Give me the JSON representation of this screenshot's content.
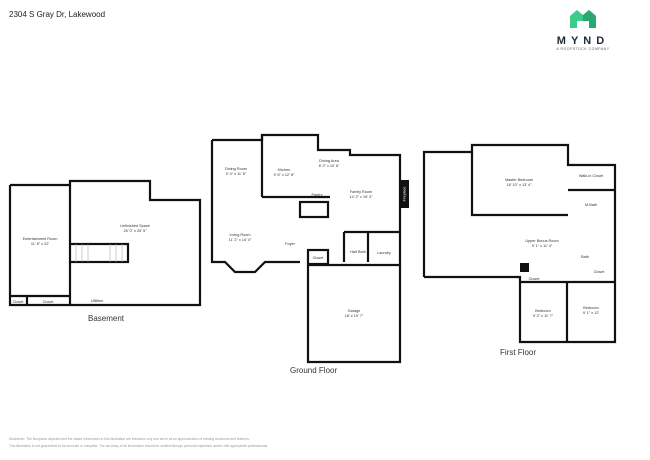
{
  "header": {
    "address": "2304 S Gray Dr, Lakewood"
  },
  "logo": {
    "name": "MYND",
    "tagline": "A ROOFSTOCK COMPANY",
    "color": "#3ccb8a"
  },
  "floors": [
    {
      "name": "Basement",
      "rooms": [
        {
          "name": "Entertainment Room",
          "dims": "11' 8\" x 22'"
        },
        {
          "name": "Unfinished Space",
          "dims": "26' 0\" x 25' 5\""
        },
        {
          "name": "Utilities"
        },
        {
          "name": "Closet"
        },
        {
          "name": "Closet"
        }
      ]
    },
    {
      "name": "Ground Floor",
      "rooms": [
        {
          "name": "Dining Room",
          "dims": "9' 4\" x 11' 8\""
        },
        {
          "name": "Kitchen",
          "dims": "9' 6\" x 12' 8\""
        },
        {
          "name": "Dining Area",
          "dims": "8' 2\" x 10' 6\""
        },
        {
          "name": "Family Room",
          "dims": "14' 2\" x 15' 3\""
        },
        {
          "name": "Living Room",
          "dims": "11' 2\" x 14' 4\""
        },
        {
          "name": "Pantry"
        },
        {
          "name": "Foyer"
        },
        {
          "name": "Closet"
        },
        {
          "name": "Half Bath"
        },
        {
          "name": "Laundry"
        },
        {
          "name": "Fireplace"
        },
        {
          "name": "Garage",
          "dims": "18' x 19' 7\""
        }
      ]
    },
    {
      "name": "First Floor",
      "rooms": [
        {
          "name": "Master Bedroom",
          "dims": "18' 10\" x 13' 4\""
        },
        {
          "name": "Walk-in Closet"
        },
        {
          "name": "M.Bath"
        },
        {
          "name": "Upper Bonus Room",
          "dims": "9' 1\" x 11' 4\""
        },
        {
          "name": "Bath"
        },
        {
          "name": "Closet"
        },
        {
          "name": "Closet"
        },
        {
          "name": "Bedroom",
          "dims": "9' 2\" x 11' 7\""
        },
        {
          "name": "Bedroom",
          "dims": "9' 1\" x 12'"
        }
      ]
    }
  ],
  "disclaimer": [
    "Disclaimer: The floorplans depicted and the stated dimensions in this illustration are indicative only and serve as an approximation of existing structures and features.",
    "This illustration is not guaranteed to be accurate or complete. The accuracy of all information should be verified through personal inspection and/or with appropriate professionals."
  ]
}
